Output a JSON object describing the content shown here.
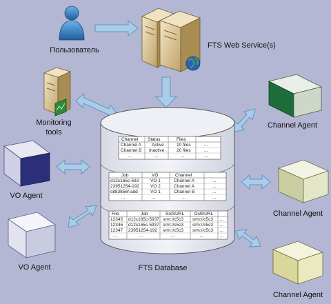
{
  "labels": {
    "user": "Пользователь",
    "web_service": "FTS Web Service(s)",
    "monitoring_line1": "Monitoring",
    "monitoring_line2": "tools",
    "vo_agent_top": "VO Agent",
    "vo_agent_bottom": "VO Agent",
    "channel_agent_1": "Channel Agent",
    "channel_agent_2": "Channel Agent",
    "channel_agent_3": "Channel Agent",
    "database": "FTS Database"
  },
  "tables": {
    "channel": {
      "headers": [
        "Channel",
        "Status",
        "Files"
      ],
      "rows": [
        [
          "Channel A",
          "Active",
          "10 files",
          "..."
        ],
        [
          "Channel B",
          "Inactive",
          "20 files",
          "..."
        ],
        [
          "...",
          "...",
          "...",
          "..."
        ]
      ]
    },
    "job": {
      "headers": [
        "Job",
        "VO",
        "Channel"
      ],
      "rows": [
        [
          "d12c165c-593",
          "VO 1",
          "Channel A",
          "..."
        ],
        [
          "23951254-192",
          "VO 2",
          "Channel A",
          "..."
        ],
        [
          "c883856f-add",
          "VO 1",
          "Channel B",
          "..."
        ],
        [
          "...",
          "...",
          "...",
          "..."
        ]
      ]
    },
    "file": {
      "headers": [
        "File",
        "Job",
        "SrcSURL",
        "DstSURL"
      ],
      "rows": [
        [
          "12345",
          "d12c165c-5937",
          "srm://c5c3",
          "srm://c5c3",
          "..."
        ],
        [
          "12346",
          "d12c165c-5937",
          "srm://c5c3",
          "srm://c5c3",
          "..."
        ],
        [
          "12347",
          "23951254-192",
          "srm://c5c3",
          "srm://c5c3",
          "..."
        ],
        [
          "...",
          "...",
          "...",
          "...",
          "..."
        ]
      ]
    }
  },
  "colors": {
    "background": "#b3b7d3",
    "arrow_fill": "#a9cde8",
    "arrow_stroke": "#5f94c2",
    "vo_agent_top": "#2b2f7a",
    "channel_agent_1": "#1d6d3a",
    "channel_agent_2": "#c9cda0",
    "channel_agent_3": "#d9d79a",
    "server": "#c8b078"
  }
}
